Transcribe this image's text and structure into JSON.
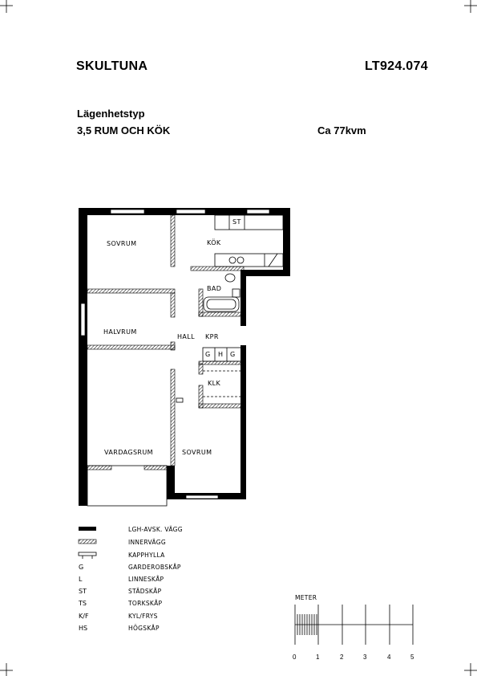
{
  "header": {
    "title": "SKULTUNA",
    "code": "LT924.074",
    "type_label": "Lägenhetstyp",
    "type_value": "3,5 RUM OCH KÖK",
    "area": "Ca 77kvm"
  },
  "rooms": {
    "sovrum_1": "SOVRUM",
    "kok": "KÖK",
    "st": "ST",
    "bad": "BAD",
    "halvrum": "HALVRUM",
    "hall": "HALL",
    "kpr": "KPR",
    "g1": "G",
    "h": "H",
    "g2": "G",
    "klk": "KLK",
    "vardagsrum": "VARDAGSRUM",
    "sovrum_2": "SOVRUM"
  },
  "legend": {
    "items": [
      {
        "code": "",
        "label": "LGH-AVSK. VÄGG"
      },
      {
        "code": "",
        "label": "INNERVÄGG"
      },
      {
        "code": "",
        "label": "KAPPHYLLA"
      },
      {
        "code": "G",
        "label": "GARDEROBSKÅP"
      },
      {
        "code": "L",
        "label": "LINNESKÅP"
      },
      {
        "code": "ST",
        "label": "STÄDSKÅP"
      },
      {
        "code": "TS",
        "label": "TORKSKÅP"
      },
      {
        "code": "K/F",
        "label": "KYL/FRYS"
      },
      {
        "code": "HS",
        "label": "HÖGSKÅP"
      }
    ]
  },
  "scale": {
    "label": "METER",
    "ticks": [
      "0",
      "1",
      "2",
      "3",
      "4",
      "5"
    ]
  }
}
